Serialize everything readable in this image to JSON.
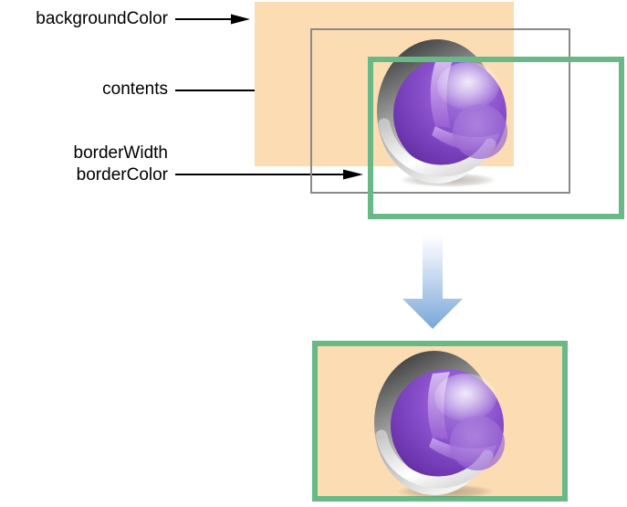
{
  "callouts": {
    "background_color": "backgroundColor",
    "contents": "contents",
    "border_width": "borderWidth",
    "border_color": "borderColor"
  },
  "colors": {
    "background_color_fill": "#FBDCB3",
    "border_green": "#69B987",
    "contents_frame_gray": "#8A8A8A",
    "arrow_blue": "#7AA6D8",
    "sphere_purple": "#7B3FC4",
    "label_text": "#000000"
  },
  "icons": {
    "contents_image": "core-animation-sphere-icon",
    "result_arrow": "down-arrow-icon",
    "callout_pointer": "black-arrow-pointer"
  },
  "structure": {
    "top_layers": [
      "background-color-rect",
      "contents-frame",
      "contents-image",
      "border-rect"
    ],
    "result": "composited-layer-with-background-contents-and-border"
  }
}
